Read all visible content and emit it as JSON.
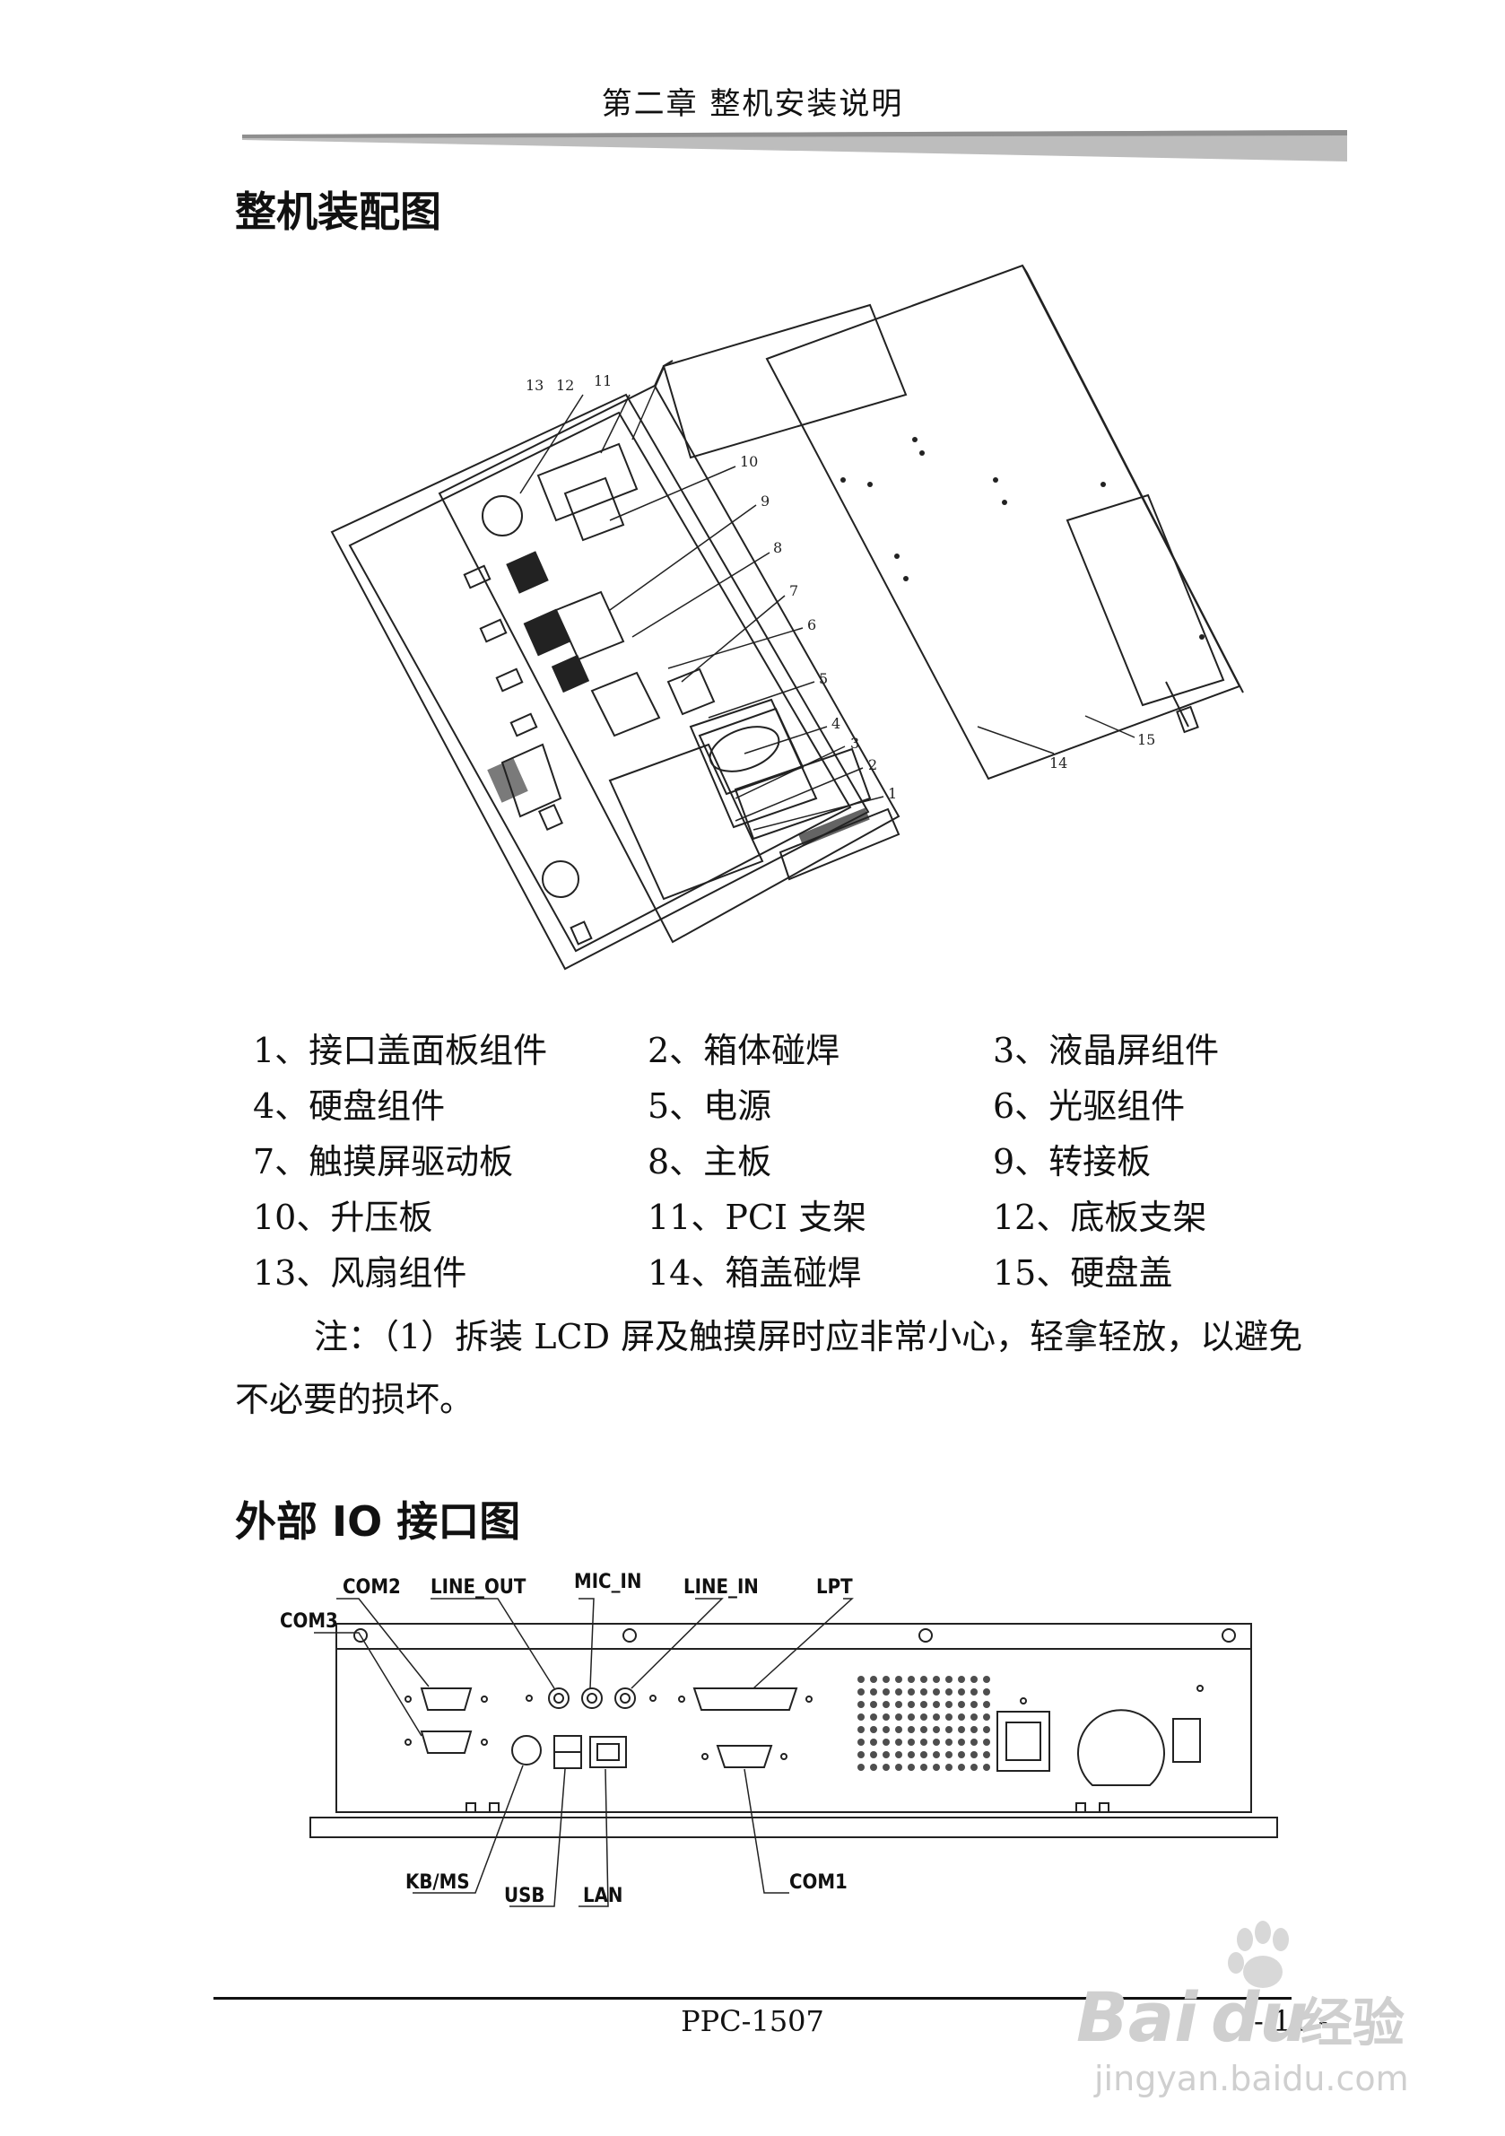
{
  "header": {
    "chapter_title": "第二章    整机安装说明"
  },
  "assembly": {
    "title": "整机装配图",
    "callouts": [
      "1",
      "2",
      "3",
      "4",
      "5",
      "6",
      "7",
      "8",
      "9",
      "10",
      "11",
      "12",
      "13",
      "14",
      "15"
    ],
    "parts": [
      [
        "1、接口盖面板组件",
        "2、箱体碰焊",
        "3、液晶屏组件"
      ],
      [
        "4、硬盘组件",
        "5、电源",
        "6、光驱组件"
      ],
      [
        "7、触摸屏驱动板",
        "8、主板",
        "9、转接板"
      ],
      [
        "10、升压板",
        "11、PCI 支架",
        "12、底板支架"
      ],
      [
        "13、风扇组件",
        "14、箱盖碰焊",
        "15、硬盘盖"
      ]
    ],
    "note_line1": "注：（1）拆装 LCD 屏及触摸屏时应非常小心，轻拿轻放，以避免",
    "note_line2": "不必要的损坏。"
  },
  "io": {
    "title": "外部 IO 接口图",
    "labels": {
      "com2": "COM2",
      "line_out": "LINE_OUT",
      "mic_in": "MIC_IN",
      "line_in": "LINE_IN",
      "lpt": "LPT",
      "com3": "COM3",
      "kbms": "KB/MS",
      "usb": "USB",
      "lan": "LAN",
      "com1": "COM1"
    }
  },
  "footer": {
    "model": "PPC-1507",
    "page": "- 11 -"
  },
  "watermark": {
    "brand": "Bai",
    "brand2": "du",
    "brand_cn": "经验",
    "url": "jingyan.baidu.com"
  }
}
